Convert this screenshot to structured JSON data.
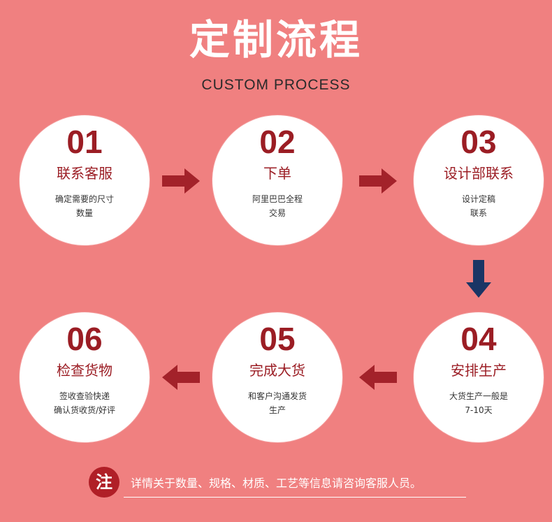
{
  "header": {
    "title": "定制流程",
    "subtitle": "CUSTOM PROCESS"
  },
  "steps": [
    {
      "num": "01",
      "name": "联系客服",
      "desc": [
        "确定需要的尺寸",
        "数量"
      ]
    },
    {
      "num": "02",
      "name": "下单",
      "desc": [
        "阿里巴巴全程",
        "交易"
      ]
    },
    {
      "num": "03",
      "name": "设计部联系",
      "desc": [
        "设计定稿",
        "联系"
      ]
    },
    {
      "num": "04",
      "name": "安排生产",
      "desc": [
        "大货生产一般是",
        "7-10天"
      ]
    },
    {
      "num": "05",
      "name": "完成大货",
      "desc": [
        "和客户沟通发货",
        "生产"
      ]
    },
    {
      "num": "06",
      "name": "检查货物",
      "desc": [
        "签收查验快递",
        "确认货收货/好评"
      ]
    }
  ],
  "note": {
    "badge": "注",
    "text": "详情关于数量、规格、材质、工艺等信息请咨询客服人员。"
  },
  "colors": {
    "background": "#f08080",
    "circle": "#ffffff",
    "accent_red": "#9b1d24",
    "arrow_red": "#a3222a",
    "arrow_navy": "#1a3565"
  },
  "icons": {
    "arrow_right": "arrow-right-icon",
    "arrow_left": "arrow-left-icon",
    "arrow_down": "arrow-down-icon"
  }
}
